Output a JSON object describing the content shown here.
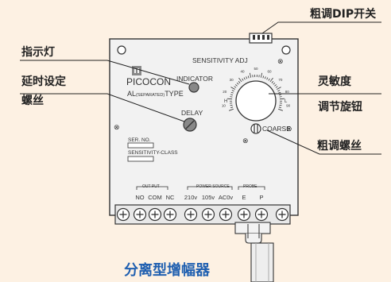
{
  "callouts": {
    "coarse_dip_switch": "粗调DIP开关",
    "indicator_light": "指示灯",
    "delay_set_screw_line1": "延时设定",
    "delay_set_screw_line2": "螺丝",
    "sensitivity_knob_line1": "灵敏度",
    "sensitivity_knob_line2": "调节旋钮",
    "coarse_screw": "粗调螺丝"
  },
  "caption": "分离型增幅器",
  "panel": {
    "sensitivity_adj": "SENSITIVITY  ADJ",
    "brand": "PICOCON",
    "type_prefix": "AL",
    "type_sub": "(SEPARATED)",
    "type_suffix": "TYPE",
    "indicator": "INDICATOR",
    "delay": "DELAY",
    "coarse": "COARSE",
    "ser_no": "SER.  NO.",
    "sensitivity_class": "SENSITIVITY-CLASS",
    "group_output": "OUT PUT",
    "group_power": "POWER SOURCE",
    "group_probe": "PROBE",
    "dial_h": "H",
    "dial_l": "L",
    "dial_numbers": [
      "10",
      "20",
      "30",
      "40",
      "50",
      "60",
      "70",
      "80",
      "90"
    ]
  },
  "terminals": [
    "NO",
    "COM",
    "NC",
    "210v",
    "105v",
    "AC0v",
    "E",
    "P"
  ],
  "colors": {
    "background": "#fdf1e3",
    "panel": "#f2f2f2",
    "callout_text": "#222222",
    "caption": "#1f5fb0"
  }
}
